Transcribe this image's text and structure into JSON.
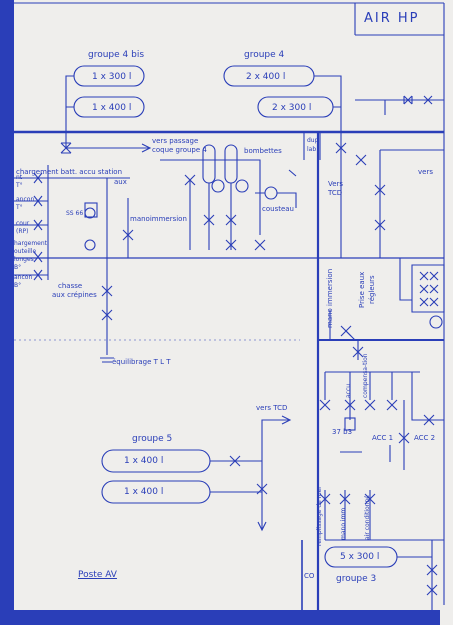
{
  "title": "AIR  HP",
  "groups": {
    "g4bis": {
      "label": "groupe 4 bis",
      "bottles": [
        "1 x 300 l",
        "1 x 400 l"
      ]
    },
    "g4": {
      "label": "groupe 4",
      "bottles": [
        "2 x 400 l",
        "2 x 300 l"
      ]
    },
    "g5": {
      "label": "groupe 5",
      "bottles": [
        "1 x 400 l",
        "1 x 400 l"
      ]
    },
    "g3": {
      "label": "groupe 3",
      "bottles": [
        "5 x 300 l"
      ]
    }
  },
  "labels": {
    "vers_passage": "vers passage",
    "coque_groupe4": "coque groupe 4",
    "bombettes": "bombettes",
    "dup": "dup",
    "lab": "lab",
    "vers_tcd_top": "Vers",
    "tcd_top": "TCD",
    "vers_right": "vers",
    "chargement_bat": "chargement batt. accu station",
    "aux": "aux",
    "ss66": "SS 66",
    "manoimmersion": "manoimmersion",
    "cousteau": "cousteau",
    "left_a1": "nt",
    "left_a2": "T°",
    "left_b1": "ancon",
    "left_b2": "T°",
    "left_c1": "cour",
    "left_c2": "(RP)",
    "left_d1": "hargement",
    "left_d2": "outeille",
    "left_d3": "longes",
    "left_d4": "B°",
    "left_e1": "ancon",
    "left_e2": "B°",
    "chasse": "chasse",
    "aux_crepines": "aux crépines",
    "equilibrage": "équilibrage T L T",
    "vers_tcd_mid": "vers TCD",
    "mano_immersion": "mano immersion",
    "prise_eau": "Prise eaux",
    "regleurs": "régleurs",
    "accu": "accu",
    "compensation": "compensa-tion",
    "p37": "37 b3",
    "acc1": "ACC 1",
    "acc2": "ACC 2",
    "remplissage": "remplissage de mer",
    "mano_imm2": "mano imm",
    "air_conditionne": "air conditionné",
    "co": "CO",
    "poste": "Poste AV"
  }
}
